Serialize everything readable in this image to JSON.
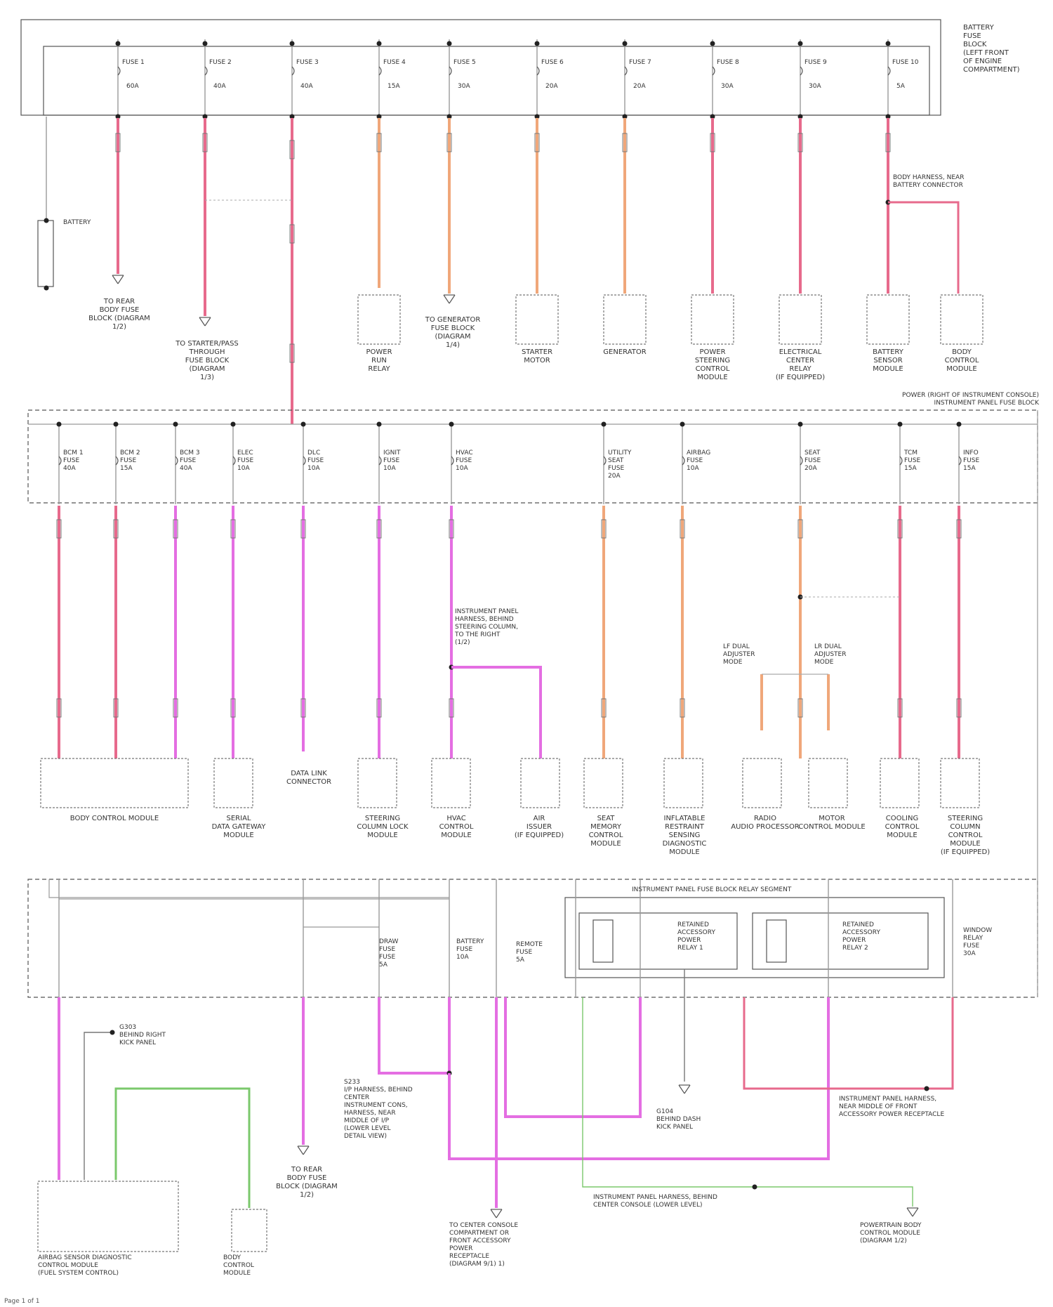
{
  "colors": {
    "pink": "#e76a8c",
    "orange": "#f0a77a",
    "magenta": "#e46ee2",
    "green": "#7bc86c",
    "gray": "#999999",
    "box": "#555555"
  },
  "top_fuse_block": {
    "label": "BATTERY\nFUSE\nBLOCK\n(LEFT FRONT\nOF ENGINE\nCOMPARTMENT)",
    "fuses": [
      {
        "name": "FUSE 1",
        "rating": "60A"
      },
      {
        "name": "FUSE 2",
        "rating": "40A"
      },
      {
        "name": "FUSE 3",
        "rating": "40A"
      },
      {
        "name": "FUSE 4",
        "rating": "15A"
      },
      {
        "name": "FUSE 5",
        "rating": "30A"
      },
      {
        "name": "FUSE 6",
        "rating": "20A"
      },
      {
        "name": "FUSE 7",
        "rating": "20A"
      },
      {
        "name": "FUSE 8",
        "rating": "30A"
      },
      {
        "name": "FUSE 9",
        "rating": "30A"
      },
      {
        "name": "FUSE 10",
        "rating": "5A"
      }
    ]
  },
  "battery_label": "BATTERY",
  "top_components": [
    "TO REAR\nBODY FUSE\nBLOCK (DIAGRAM\n1/2)",
    "TO STARTER/PASS\nTHROUGH\nFUSE BLOCK\n(DIAGRAM\n1/3)",
    "POWER\nRUN\nRELAY",
    "TO GENERATOR\nFUSE BLOCK\n(DIAGRAM\n1/4)",
    "STARTER\nMOTOR",
    "GENERATOR",
    "POWER\nSTEERING\nCONTROL\nMODULE",
    "ELECTRICAL\nCENTER\nRELAY\n(IF EQUIPPED)",
    "BATTERY\nSENSOR\nMODULE",
    "BODY\nCONTROL\nMODULE"
  ],
  "splice_label": "BODY HARNESS, NEAR\nBATTERY CONNECTOR",
  "ip_fuse_block": {
    "label": "POWER (RIGHT OF INSTRUMENT CONSOLE)\nINSTRUMENT PANEL FUSE BLOCK",
    "fuses": [
      {
        "name": "BCM 1\nFUSE\n40A"
      },
      {
        "name": "BCM 2\nFUSE\n15A"
      },
      {
        "name": "BCM 3\nFUSE\n40A"
      },
      {
        "name": "ELEC\nFUSE\n10A"
      },
      {
        "name": "DLC\nFUSE\n10A"
      },
      {
        "name": "IGNIT\nFUSE\n10A"
      },
      {
        "name": "HVAC\nFUSE\n10A"
      },
      {
        "name": "UTILITY\nSEAT\nFUSE\n20A"
      },
      {
        "name": "AIRBAG\nFUSE\n10A"
      },
      {
        "name": "SEAT\nFUSE\n20A"
      },
      {
        "name": "TCM\nFUSE\n15A"
      },
      {
        "name": "INFO\nFUSE\n15A"
      }
    ]
  },
  "instrument_splice_label": "INSTRUMENT PANEL\nHARNESS, BEHIND\nSTEERING COLUMN,\nTO THE RIGHT\n(1/2)",
  "seat_labels": [
    "LF DUAL\nADJUSTER\nMODE",
    "LR DUAL\nADJUSTER\nMODE"
  ],
  "middle_components": [
    "BODY CONTROL MODULE",
    "SERIAL\nDATA GATEWAY\nMODULE",
    "DATA LINK\nCONNECTOR",
    "STEERING\nCOLUMN LOCK\nMODULE",
    "HVAC\nCONTROL\nMODULE",
    "AIR\nISSUER\n(IF EQUIPPED)",
    "SEAT\nMEMORY\nCONTROL\nMODULE",
    "INFLATABLE\nRESTRAINT\nSENSING\nDIAGNOSTIC\nMODULE",
    "RADIO\nAUDIO PROCESSOR",
    "MOTOR\nCONTROL MODULE",
    "COOLING\nCONTROL\nMODULE",
    "STEERING\nCOLUMN\nCONTROL\nMODULE\n(IF EQUIPPED)"
  ],
  "relay_block": {
    "label": "INSTRUMENT PANEL FUSE BLOCK RELAY SEGMENT",
    "relays": [
      "RETAINED\nACCESSORY\nPOWER\nRELAY 1",
      "RETAINED\nACCESSORY\nPOWER\nRELAY 2"
    ]
  },
  "bottom_fuses": [
    {
      "name": "DRAW\nFUSE\nFUSE\n5A"
    },
    {
      "name": "BATTERY\nFUSE\n10A"
    },
    {
      "name": "REMOTE\nFUSE\n5A"
    },
    {
      "name": "WINDOW\nRELAY\nFUSE\n30A"
    }
  ],
  "bottom_labels": {
    "ground_body": "G303\nBEHIND RIGHT\nKICK PANEL",
    "ground_dash": "G104\nBEHIND DASH\nKICK PANEL",
    "rear_fuse": "TO REAR\nBODY FUSE\nBLOCK (DIAGRAM\n1/2)",
    "ip_splice": "S233\nI/P HARNESS, BEHIND\nCENTER\nINSTRUMENT CONS,\nHARNESS, NEAR\nMIDDLE OF I/P\n(LOWER LEVEL\nDETAIL VIEW)",
    "console_comp": "TO CENTER CONSOLE\nCOMPARTMENT OR\nFRONT ACCESSORY\nPOWER\nRECEPTACLE\n(DIAGRAM 9/1) 1)",
    "ip_harness": "INSTRUMENT PANEL HARNESS, BEHIND\nCENTER CONSOLE (LOWER LEVEL)",
    "splice_near": "INSTRUMENT PANEL HARNESS,\nNEAR MIDDLE OF FRONT\nACCESSORY POWER RECEPTACLE",
    "airbag_module": "AIRBAG SENSOR DIAGNOSTIC\nCONTROL MODULE\n(FUEL SYSTEM CONTROL)",
    "body_ctrl": "BODY\nCONTROL\nMODULE",
    "powertrain": "POWERTRAIN BODY\nCONTROL MODULE\n(DIAGRAM 1/2)"
  },
  "footer": "Page 1 of 1"
}
